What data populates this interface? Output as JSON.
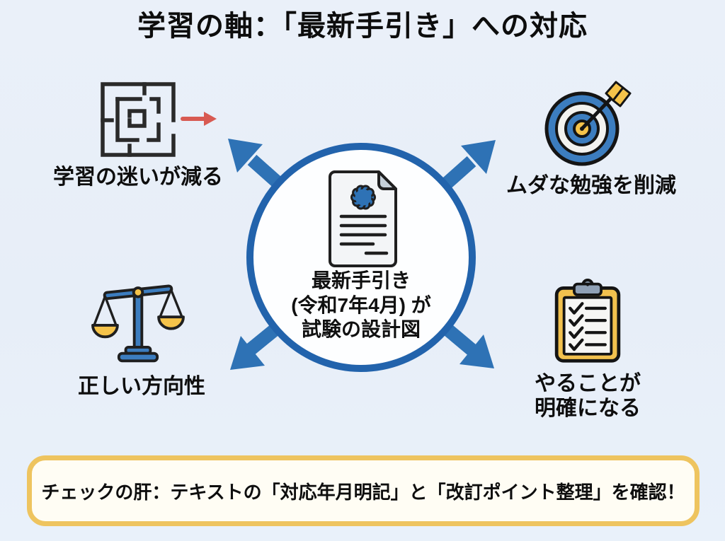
{
  "title": "学習の軸：「最新手引き」への対応",
  "center": {
    "icon": "document-with-seal-icon",
    "text": "最新手引き\n(令和7年4月) が\n試験の設計図"
  },
  "benefits": [
    {
      "id": "top-left",
      "icon": "maze-icon",
      "label": "学習の迷いが減る"
    },
    {
      "id": "top-right",
      "icon": "target-icon",
      "label": "ムダな勉強を削減"
    },
    {
      "id": "bottom-left",
      "icon": "balance-scale-icon",
      "label": "正しい方向性"
    },
    {
      "id": "bottom-right",
      "icon": "checklist-clipboard-icon",
      "label": "やることが\n明確になる"
    }
  ],
  "footer": {
    "text": "チェックの肝：テキストの「対応年月明記」と「改訂ポイント整理」を確認！"
  },
  "colors": {
    "background": "#e9eff8",
    "accent_blue": "#2e72b5",
    "circle_stroke": "#2263ac",
    "accent_yellow": "#f5c34a",
    "banner_border": "#eec45f",
    "banner_bg": "#fffdf4",
    "maze_exit_arrow_red": "#d85a52",
    "outline_dark": "#1f1f1f",
    "text_black": "#111111"
  }
}
